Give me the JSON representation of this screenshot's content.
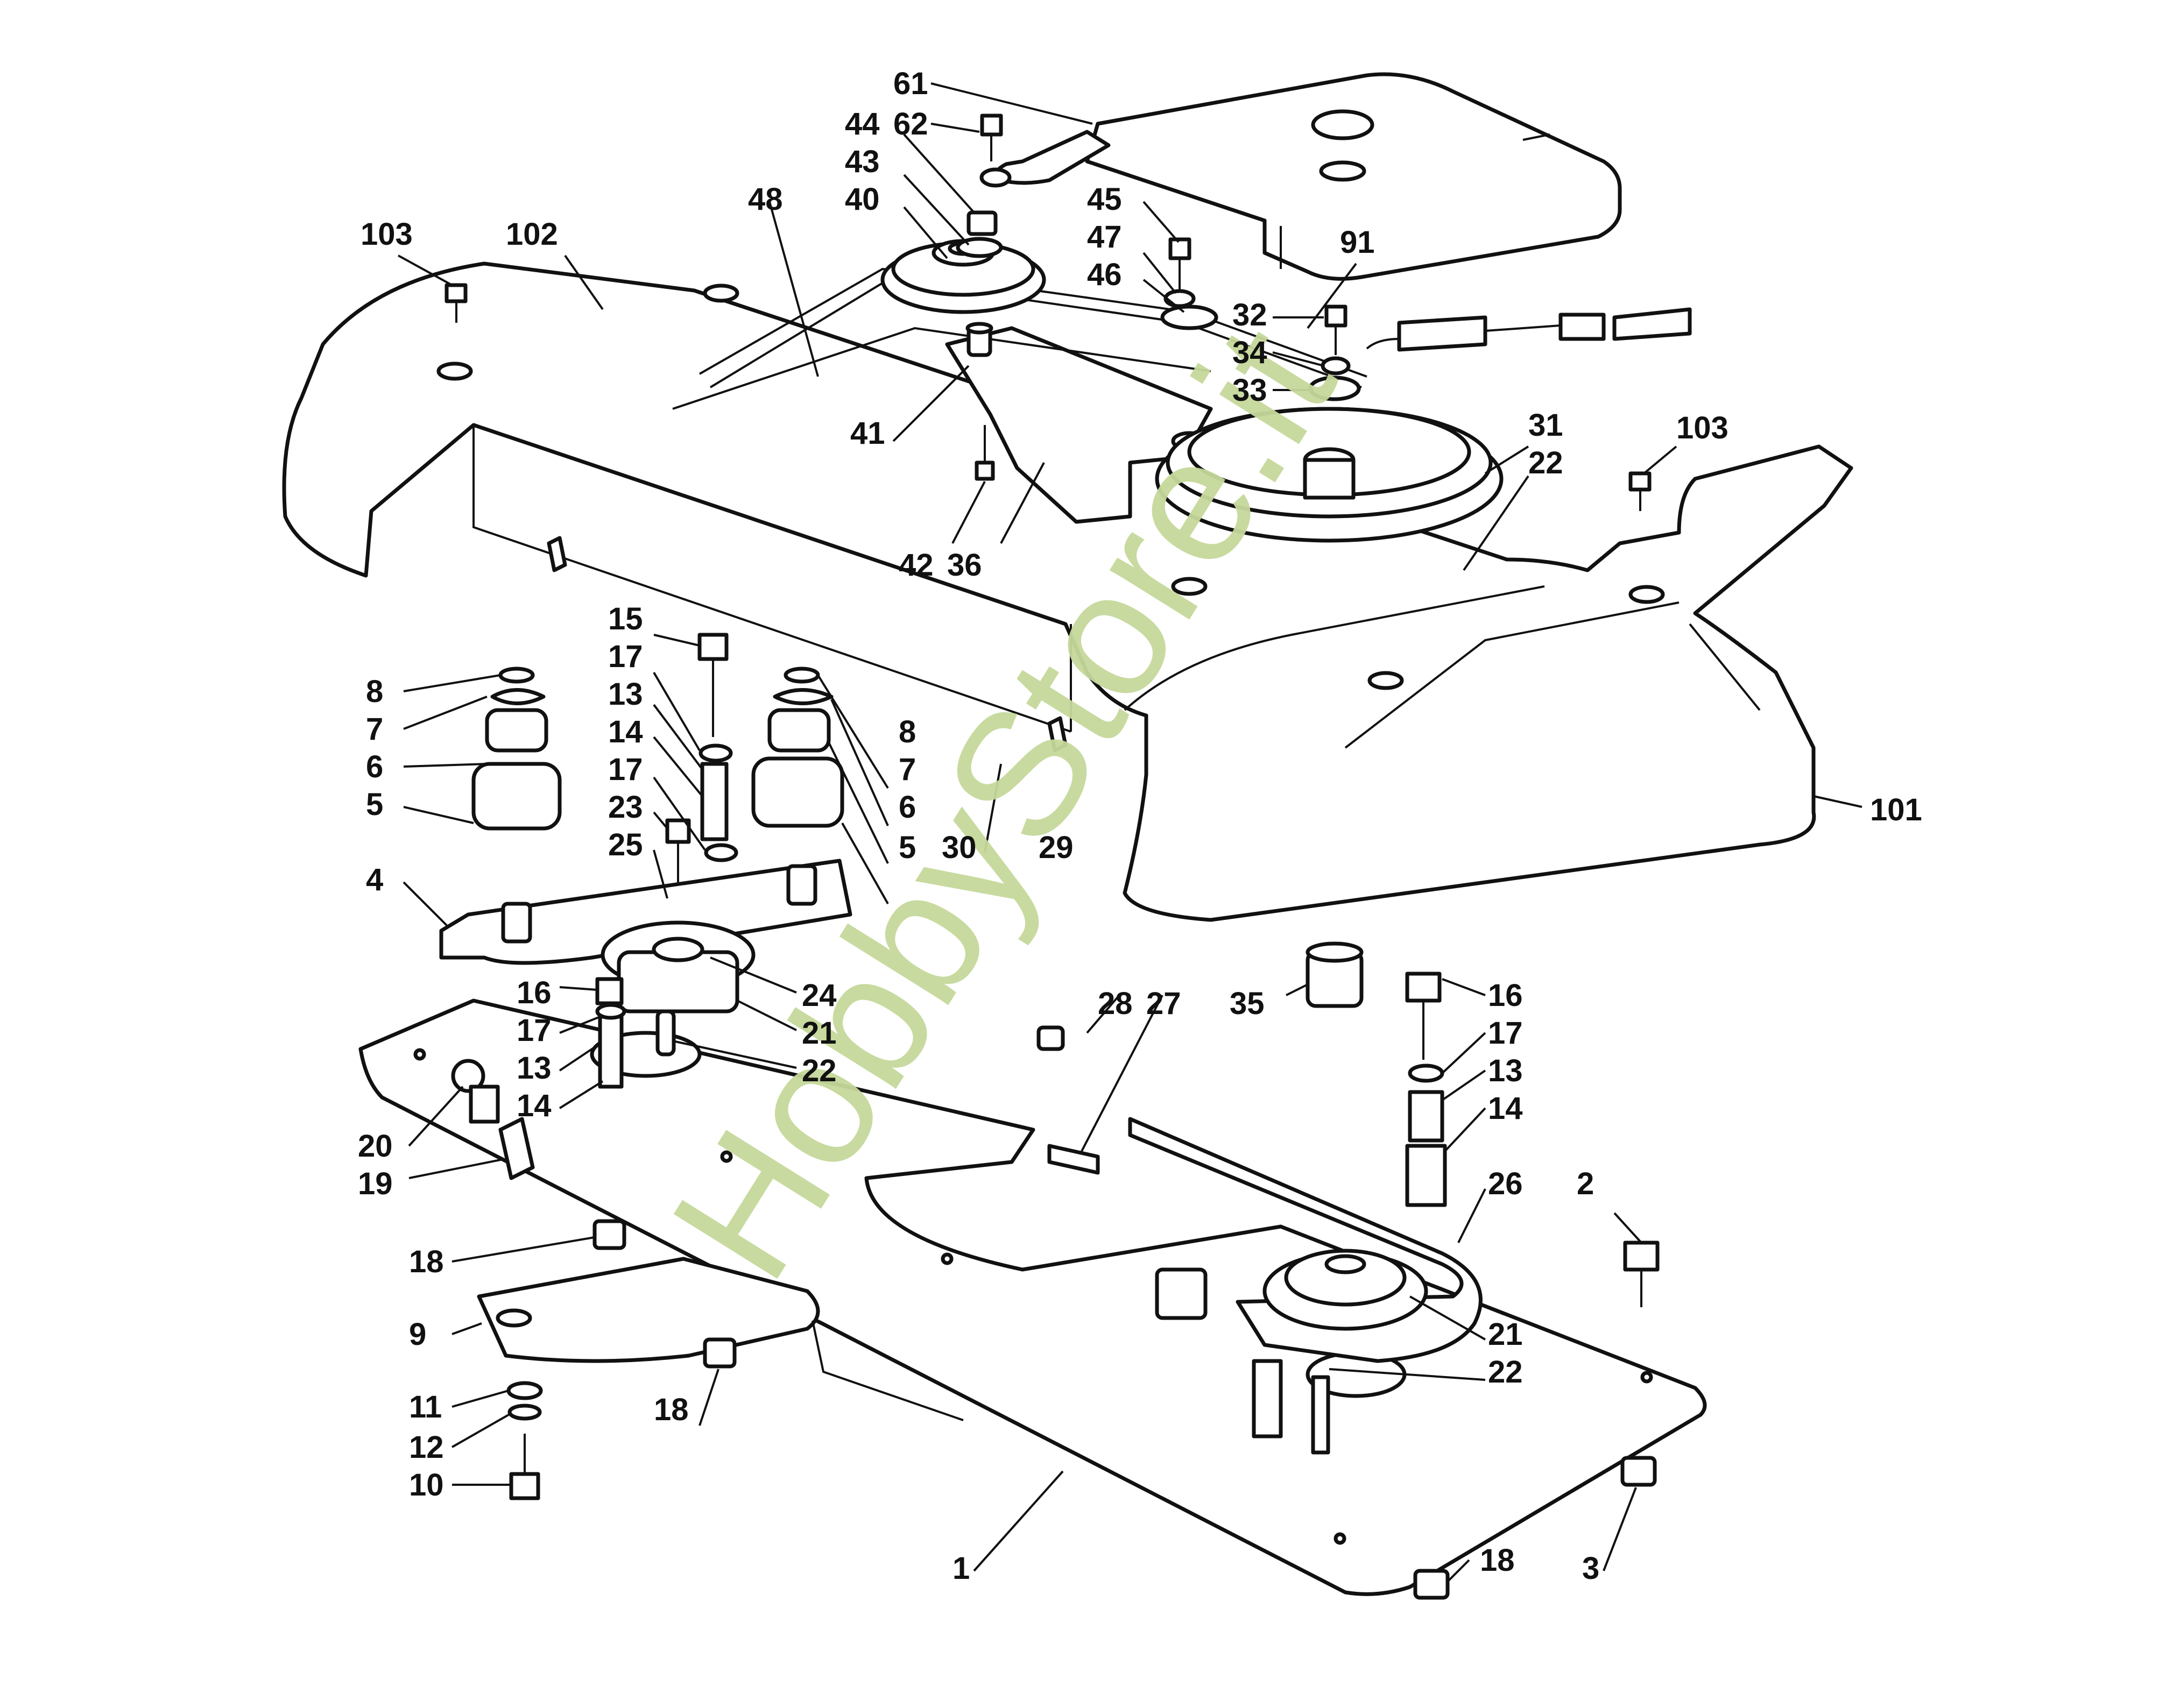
{
  "diagram": {
    "title": "Exploded parts diagram – mower deck / belt drive assembly",
    "watermark": "HobbyStore.it",
    "colors": {
      "line": "#111111",
      "background": "#ffffff",
      "watermark": "#c6d99a"
    },
    "callouts": [
      {
        "id": "c61",
        "label": "61"
      },
      {
        "id": "c62",
        "label": "62"
      },
      {
        "id": "c44",
        "label": "44"
      },
      {
        "id": "c43",
        "label": "43"
      },
      {
        "id": "c40",
        "label": "40"
      },
      {
        "id": "c48",
        "label": "48"
      },
      {
        "id": "c45",
        "label": "45"
      },
      {
        "id": "c47",
        "label": "47"
      },
      {
        "id": "c46",
        "label": "46"
      },
      {
        "id": "c91",
        "label": "91"
      },
      {
        "id": "c32",
        "label": "32"
      },
      {
        "id": "c34",
        "label": "34"
      },
      {
        "id": "c33",
        "label": "33"
      },
      {
        "id": "c31",
        "label": "31"
      },
      {
        "id": "c22a",
        "label": "22"
      },
      {
        "id": "c103a",
        "label": "103"
      },
      {
        "id": "c103b",
        "label": "103"
      },
      {
        "id": "c102",
        "label": "102"
      },
      {
        "id": "c41",
        "label": "41"
      },
      {
        "id": "c42",
        "label": "42"
      },
      {
        "id": "c36",
        "label": "36"
      },
      {
        "id": "c101",
        "label": "101"
      },
      {
        "id": "c15",
        "label": "15"
      },
      {
        "id": "c17a",
        "label": "17"
      },
      {
        "id": "c13a",
        "label": "13"
      },
      {
        "id": "c14a",
        "label": "14"
      },
      {
        "id": "c17b",
        "label": "17"
      },
      {
        "id": "c23",
        "label": "23"
      },
      {
        "id": "c25",
        "label": "25"
      },
      {
        "id": "c8a",
        "label": "8"
      },
      {
        "id": "c7a",
        "label": "7"
      },
      {
        "id": "c6a",
        "label": "6"
      },
      {
        "id": "c5a",
        "label": "5"
      },
      {
        "id": "c8b",
        "label": "8"
      },
      {
        "id": "c7b",
        "label": "7"
      },
      {
        "id": "c6b",
        "label": "6"
      },
      {
        "id": "c5b",
        "label": "5"
      },
      {
        "id": "c4",
        "label": "4"
      },
      {
        "id": "c30",
        "label": "30"
      },
      {
        "id": "c29",
        "label": "29"
      },
      {
        "id": "c24",
        "label": "24"
      },
      {
        "id": "c21a",
        "label": "21"
      },
      {
        "id": "c22b",
        "label": "22"
      },
      {
        "id": "c16a",
        "label": "16"
      },
      {
        "id": "c17c",
        "label": "17"
      },
      {
        "id": "c13b",
        "label": "13"
      },
      {
        "id": "c14b",
        "label": "14"
      },
      {
        "id": "c20",
        "label": "20"
      },
      {
        "id": "c19",
        "label": "19"
      },
      {
        "id": "c28",
        "label": "28"
      },
      {
        "id": "c27",
        "label": "27"
      },
      {
        "id": "c35",
        "label": "35"
      },
      {
        "id": "c16b",
        "label": "16"
      },
      {
        "id": "c17d",
        "label": "17"
      },
      {
        "id": "c13c",
        "label": "13"
      },
      {
        "id": "c14c",
        "label": "14"
      },
      {
        "id": "c26",
        "label": "26"
      },
      {
        "id": "c2",
        "label": "2"
      },
      {
        "id": "c21b",
        "label": "21"
      },
      {
        "id": "c22c",
        "label": "22"
      },
      {
        "id": "c18a",
        "label": "18"
      },
      {
        "id": "c9",
        "label": "9"
      },
      {
        "id": "c18b",
        "label": "18"
      },
      {
        "id": "c11",
        "label": "11"
      },
      {
        "id": "c12",
        "label": "12"
      },
      {
        "id": "c10",
        "label": "10"
      },
      {
        "id": "c1",
        "label": "1"
      },
      {
        "id": "c18c",
        "label": "18"
      },
      {
        "id": "c3",
        "label": "3"
      }
    ]
  }
}
